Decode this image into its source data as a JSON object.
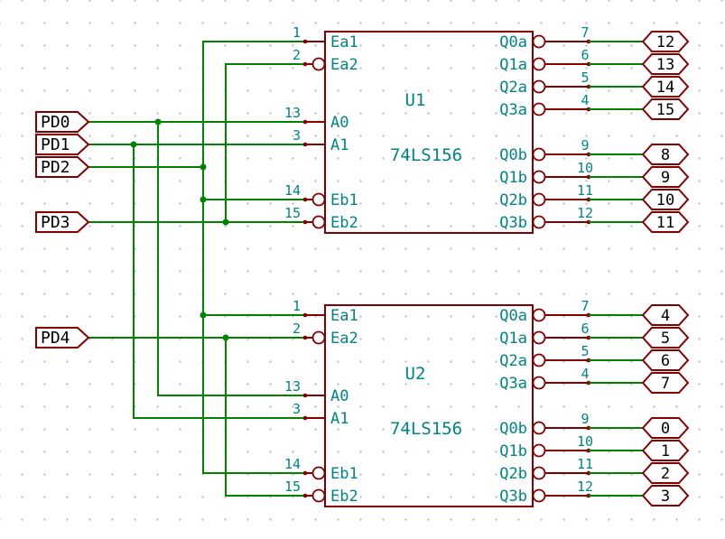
{
  "schematic": {
    "chips": [
      {
        "ref": "U1",
        "value": "74LS156",
        "left_pins": [
          {
            "num": "1",
            "name": "Ea1"
          },
          {
            "num": "2",
            "name": "Ea2"
          },
          {
            "num": "13",
            "name": "A0"
          },
          {
            "num": "3",
            "name": "A1"
          },
          {
            "num": "14",
            "name": "Eb1"
          },
          {
            "num": "15",
            "name": "Eb2"
          }
        ],
        "right_pins": [
          {
            "num": "7",
            "name": "Q0a",
            "label": "12"
          },
          {
            "num": "6",
            "name": "Q1a",
            "label": "13"
          },
          {
            "num": "5",
            "name": "Q2a",
            "label": "14"
          },
          {
            "num": "4",
            "name": "Q3a",
            "label": "15"
          },
          {
            "num": "9",
            "name": "Q0b",
            "label": "8"
          },
          {
            "num": "10",
            "name": "Q1b",
            "label": "9"
          },
          {
            "num": "11",
            "name": "Q2b",
            "label": "10"
          },
          {
            "num": "12",
            "name": "Q3b",
            "label": "11"
          }
        ]
      },
      {
        "ref": "U2",
        "value": "74LS156",
        "left_pins": [
          {
            "num": "1",
            "name": "Ea1"
          },
          {
            "num": "2",
            "name": "Ea2"
          },
          {
            "num": "13",
            "name": "A0"
          },
          {
            "num": "3",
            "name": "A1"
          },
          {
            "num": "14",
            "name": "Eb1"
          },
          {
            "num": "15",
            "name": "Eb2"
          }
        ],
        "right_pins": [
          {
            "num": "7",
            "name": "Q0a",
            "label": "4"
          },
          {
            "num": "6",
            "name": "Q1a",
            "label": "5"
          },
          {
            "num": "5",
            "name": "Q2a",
            "label": "6"
          },
          {
            "num": "4",
            "name": "Q3a",
            "label": "7"
          },
          {
            "num": "9",
            "name": "Q0b",
            "label": "0"
          },
          {
            "num": "10",
            "name": "Q1b",
            "label": "1"
          },
          {
            "num": "11",
            "name": "Q2b",
            "label": "2"
          },
          {
            "num": "12",
            "name": "Q3b",
            "label": "3"
          }
        ]
      }
    ],
    "ports": [
      {
        "label": "PD0"
      },
      {
        "label": "PD1"
      },
      {
        "label": "PD2"
      },
      {
        "label": "PD3"
      },
      {
        "label": "PD4"
      }
    ],
    "colors": {
      "wire": "#008400",
      "component": "#840000",
      "pin_text": "#008484",
      "label_text": "#000000",
      "background": "#ffffff"
    }
  }
}
